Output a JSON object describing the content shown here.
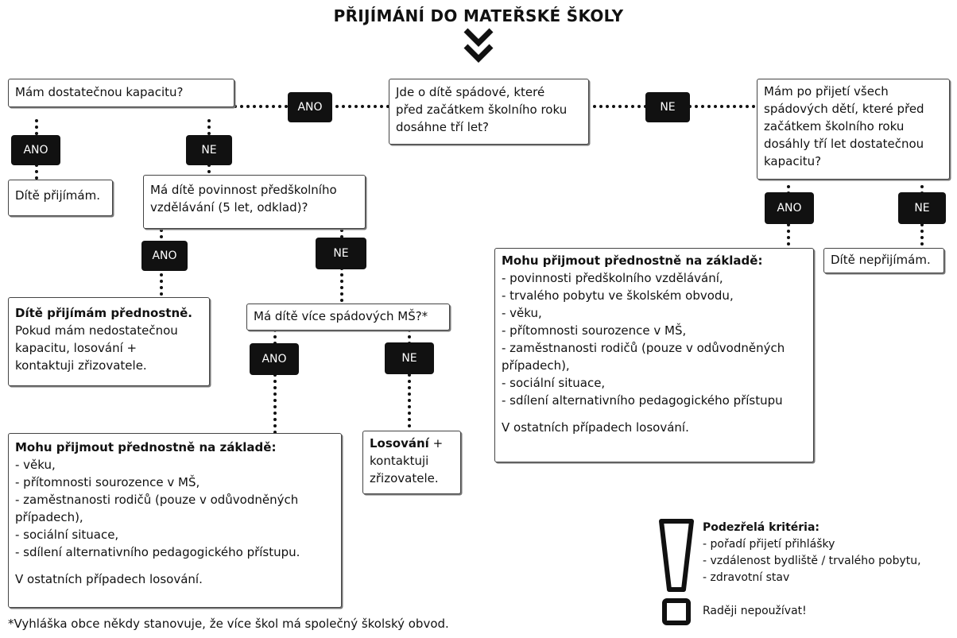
{
  "title": "PŘIJÍMÁNÍ DO MATEŘSKÉ ŠKOLY",
  "nodes": {
    "capacity_q": "Mám dostatečnou kapacitu?",
    "catchment_q": [
      "Jde o dítě spádové, které",
      "před začátkem školního roku",
      "dosáhne tří let?"
    ],
    "capacity_after_q": [
      "Mám po přijetí všech",
      "spádových dětí, které před",
      "začátkem školního roku",
      "dosáhly tří let dostatečnou",
      "kapacitu?"
    ],
    "accept": "Dítě přijímám.",
    "reject": "Dítě nepřijímám.",
    "compulsory_q": [
      "Má dítě povinnost předškolního",
      "vzdělávání (5 let, odklad)?"
    ],
    "priority_accept": {
      "heading": "Dítě přijímám přednostně.",
      "lines": [
        "Pokud mám nedostatečnou",
        "kapacitu, losování +",
        "kontaktuji zřizovatele."
      ]
    },
    "multi_catchment_q": "Má dítě více spádových MŠ?*",
    "lottery": {
      "heading": "Losování",
      "heading_suffix": " +",
      "lines": [
        "kontaktuji",
        "zřizovatele."
      ]
    },
    "criteria_left": {
      "heading": "Mohu přijmout přednostně na základě:",
      "lines": [
        "- věku,",
        "- přítomnosti sourozence v MŠ,",
        "- zaměstnanosti rodičů (pouze v odůvodněných",
        "případech),",
        "- sociální situace,",
        "- sdílení alternativního pedagogického přístupu."
      ],
      "footer": "V ostatních případech losování."
    },
    "criteria_right": {
      "heading": "Mohu přijmout přednostně na základě:",
      "lines": [
        "- povinnosti předškolního vzdělávání,",
        "- trvalého pobytu ve školském obvodu,",
        "- věku,",
        "- přítomnosti sourozence v MŠ,",
        "- zaměstnanosti rodičů (pouze v odůvodněných",
        "případech),",
        "- sociální situace,",
        "- sdílení alternativního pedagogického přístupu"
      ],
      "footer": "V ostatních případech losování."
    }
  },
  "labels": {
    "yes": "ANO",
    "no": "NE"
  },
  "warning": {
    "heading": "Podezřelá kritéria:",
    "lines": [
      "- pořadí přijetí přihlášky",
      "- vzdálenost bydliště / trvalého pobytu,",
      "- zdravotní stav"
    ],
    "footer": "Raději nepoužívat!"
  },
  "footnote": "*Vyhláška obce někdy stanovuje, že více škol má společný školský obvod."
}
